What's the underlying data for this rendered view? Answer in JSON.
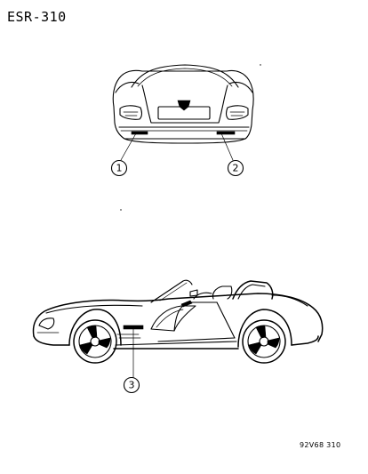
{
  "header": {
    "page_code": "ESR-310"
  },
  "footer": {
    "figure_code": "92V68 310"
  },
  "callouts": [
    {
      "id": "callout-1",
      "label": "1"
    },
    {
      "id": "callout-2",
      "label": "2"
    },
    {
      "id": "callout-3",
      "label": "3"
    }
  ],
  "colors": {
    "ink": "#000000",
    "paper": "#ffffff"
  }
}
